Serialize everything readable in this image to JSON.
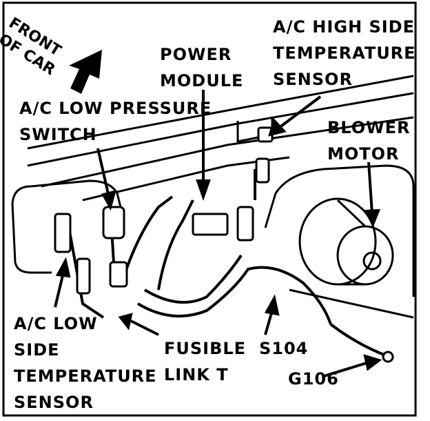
{
  "labels": {
    "front_of_car": [
      "FRONT",
      "OF CAR"
    ],
    "power_module": [
      "POWER",
      "MODULE"
    ],
    "ac_high_side": [
      "A/C HIGH SIDE",
      "TEMPERATURE",
      "SENSOR"
    ],
    "ac_low_pressure": [
      "A/C LOW PRESSURE",
      "SWITCH"
    ],
    "blower_motor": [
      "BLOWER",
      "MOTOR"
    ],
    "ac_low_side": [
      "A/C LOW",
      "SIDE",
      "TEMPERATURE",
      "SENSOR"
    ],
    "fusible_link": [
      "FUSIBLE",
      "LINK T"
    ],
    "s104": "S104",
    "g106": "G106"
  }
}
